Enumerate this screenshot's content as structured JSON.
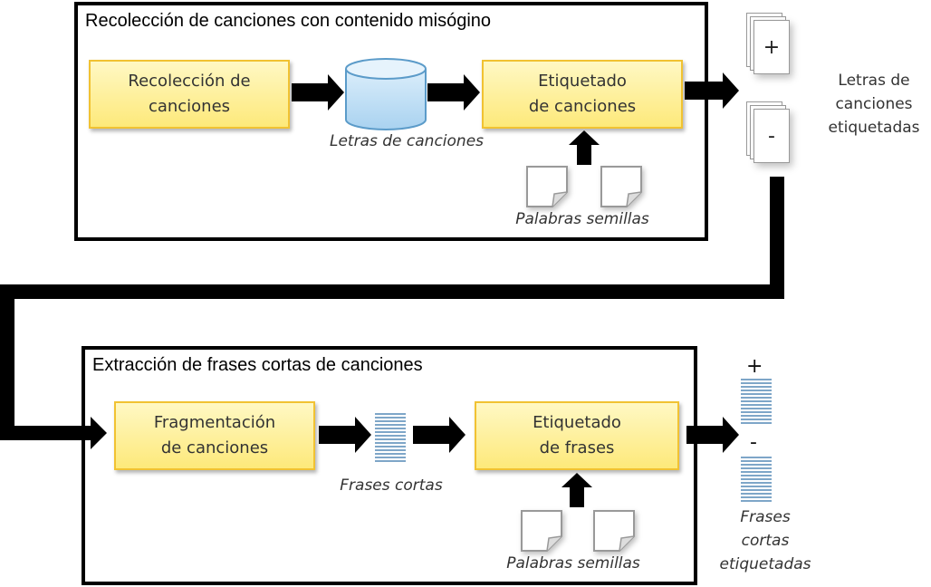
{
  "diagram": {
    "stage1": {
      "title": "Recolección de canciones con contenido misógino",
      "collect": {
        "line1": "Recolección de",
        "line2": "canciones"
      },
      "database_caption": "Letras  de canciones",
      "tag": {
        "line1": "Etiquetado",
        "line2": "de canciones"
      },
      "seed_caption": "Palabras semillas"
    },
    "labeled_lyrics": {
      "positive_sign": "+",
      "negative_sign": "-",
      "label_lines": [
        "Letras de",
        "canciones",
        "etiquetadas"
      ]
    },
    "stage2": {
      "title": "Extracción de frases cortas de canciones",
      "fragment": {
        "line1": "Fragmentación",
        "line2": "de canciones"
      },
      "phrases_caption": "Frases  cortas",
      "tag": {
        "line1": "Etiquetado",
        "line2": "de  frases"
      },
      "seed_caption": "Palabras semillas"
    },
    "labeled_phrases": {
      "positive_sign": "+",
      "negative_sign": "-",
      "label_lines": [
        "Frases",
        "cortas",
        "etiquetadas"
      ]
    },
    "colors": {
      "process_fill": "#fde97a",
      "process_border": "#f1c232",
      "database_fill": "#bcdcf2",
      "database_border": "#5b9bc9",
      "list_lines": "#7ea6c8",
      "arrow": "#000000"
    }
  }
}
